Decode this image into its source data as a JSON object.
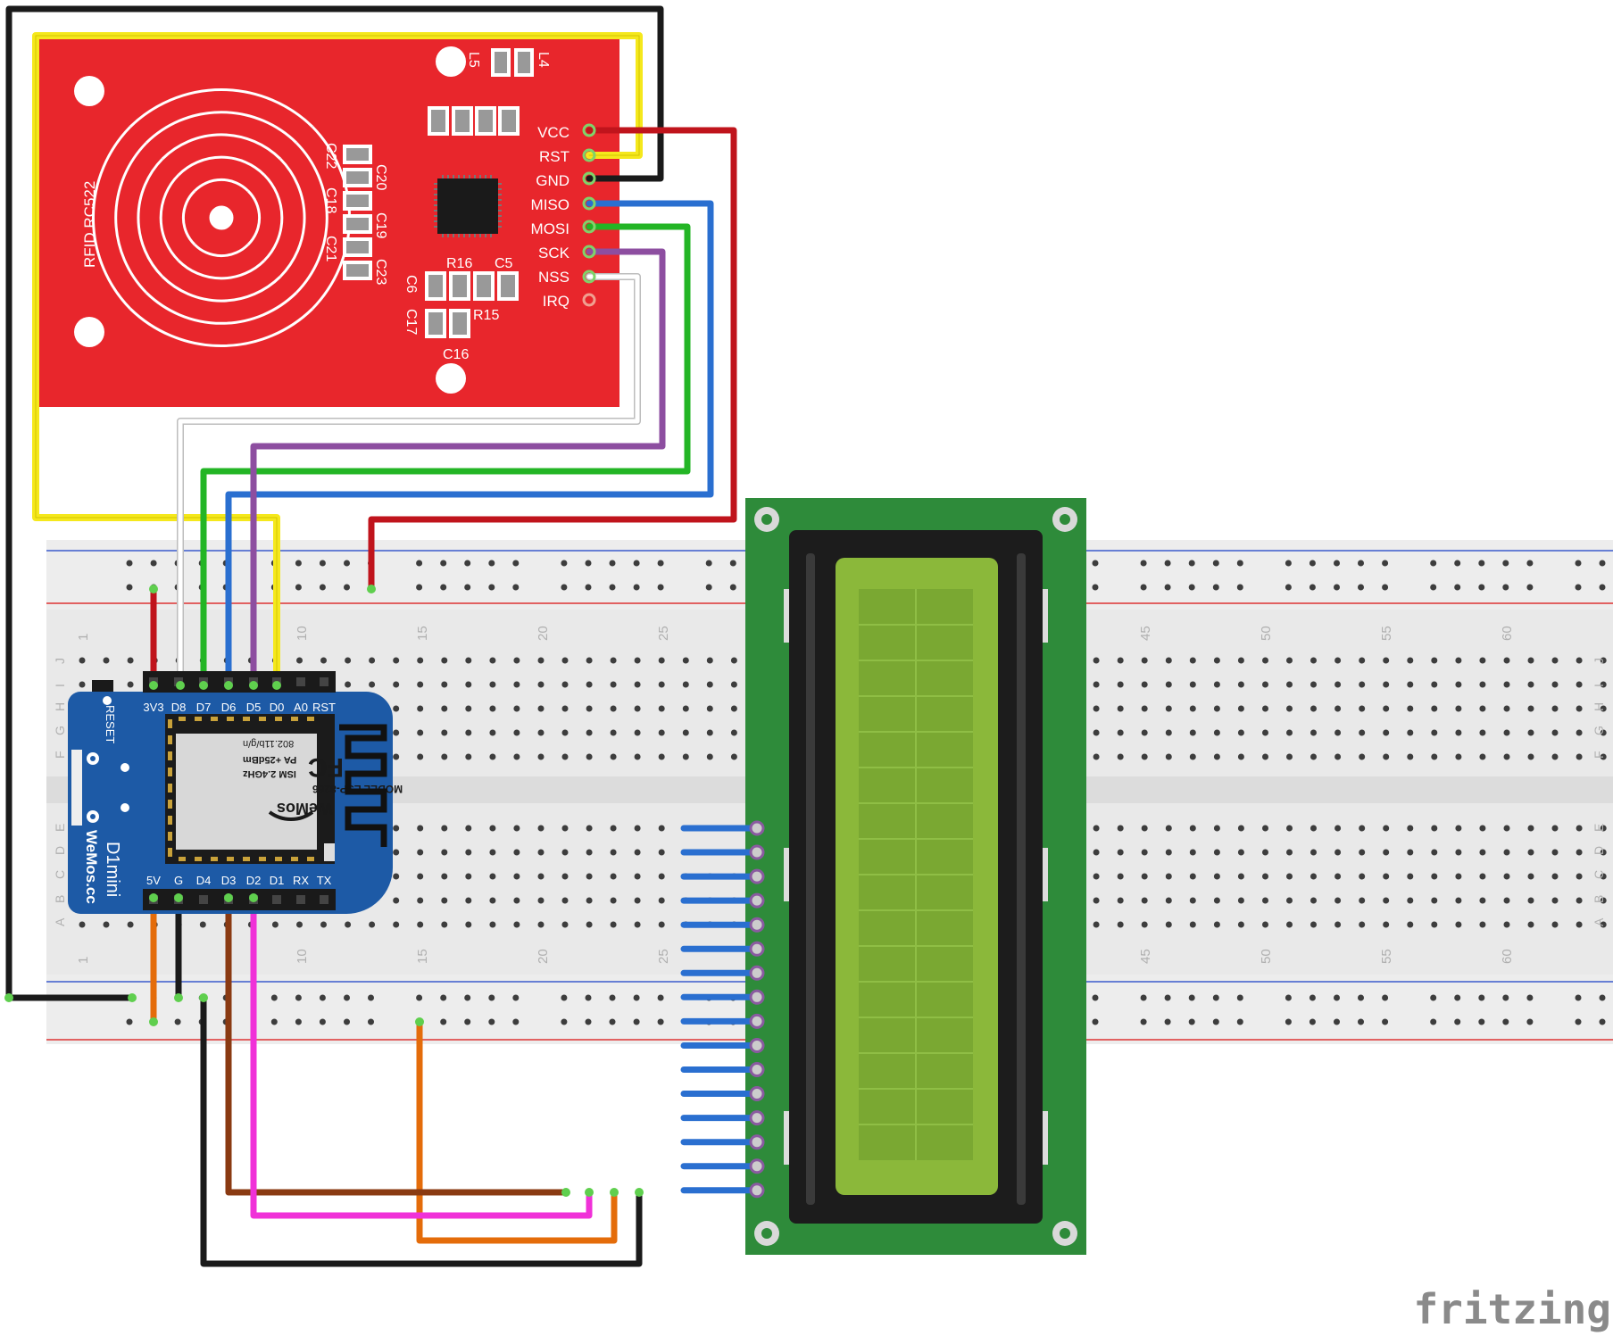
{
  "rfid": {
    "title": "RFID RC522",
    "pins": [
      "VCC",
      "RST",
      "GND",
      "MISO",
      "MOSI",
      "SCK",
      "NSS",
      "IRQ"
    ],
    "components": {
      "l5": "L5",
      "l4": "L4",
      "c22": "C22",
      "c20": "C20",
      "c18": "C18",
      "c19": "C19",
      "c21": "C21",
      "c23": "C23",
      "r16": "R16",
      "c5": "C5",
      "c6": "C6",
      "c17": "C17",
      "r15": "R15",
      "c16": "C16"
    }
  },
  "wemos": {
    "top_pins": [
      "3V3",
      "D8",
      "D7",
      "D6",
      "D5",
      "D0",
      "A0",
      "RST"
    ],
    "bottom_pins": [
      "5V",
      "G",
      "D4",
      "D3",
      "D2",
      "D1",
      "RX",
      "TX"
    ],
    "reset_label": "RESET",
    "brand_line1": "D1mini",
    "brand_line2": "WeMos.cc",
    "module_model": "MODEL ESP-8266",
    "module_ism": "ISM 2.4GHz",
    "module_pa": "PA +25dBm",
    "module_std": "802.11b/g/n",
    "module_fcc": "FC",
    "module_logo": "WeMos"
  },
  "breadboard": {
    "column_numbers": [
      "1",
      "10",
      "15",
      "20",
      "25",
      "45",
      "50",
      "55",
      "60"
    ],
    "row_letters_top": [
      "J",
      "I",
      "H",
      "G",
      "F"
    ],
    "row_letters_bottom": [
      "E",
      "D",
      "C",
      "B",
      "A"
    ]
  },
  "colors": {
    "rfid_board": "#e8262c",
    "wemos_board": "#1d5aa6",
    "lcd_board": "#2e8b3a",
    "lcd_screen": "#8bb83a",
    "wire_red": "#c0141c",
    "wire_yellow": "#f5e81c",
    "wire_black": "#1a1a1a",
    "wire_blue": "#2a6fd0",
    "wire_green": "#23b525",
    "wire_purple": "#8d4ea0",
    "wire_white": "#d8d8d8",
    "wire_orange": "#e46c0a",
    "wire_brown": "#8a3a12",
    "wire_pink": "#f031d8"
  },
  "footer": {
    "logo": "fritzing"
  }
}
